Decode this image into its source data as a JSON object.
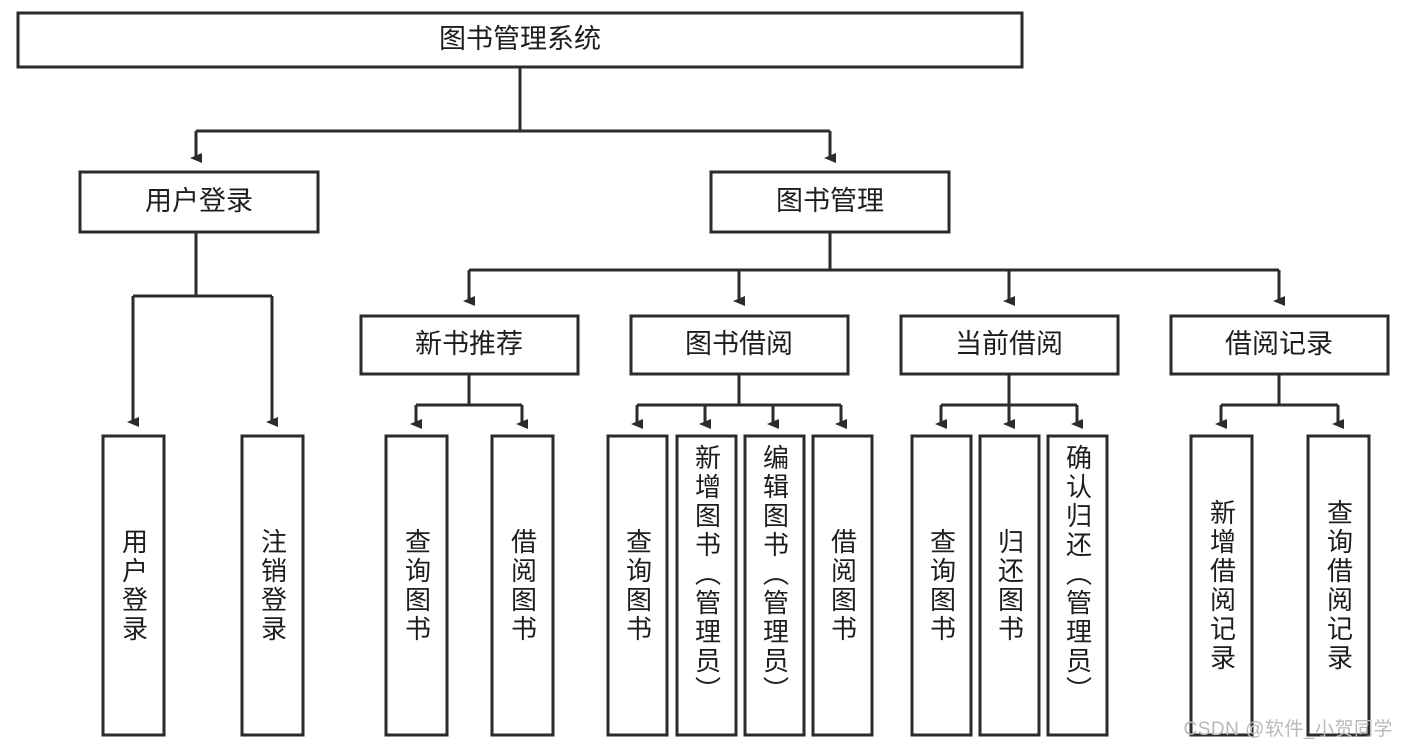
{
  "diagram": {
    "title": "图书管理系统",
    "type": "tree",
    "root": {
      "id": "root",
      "label": "图书管理系统",
      "orientation": "horizontal"
    },
    "level2": [
      {
        "id": "user-login",
        "label": "用户登录",
        "orientation": "horizontal"
      },
      {
        "id": "book-manage",
        "label": "图书管理",
        "orientation": "horizontal"
      }
    ],
    "level3": [
      {
        "id": "new-book-recommend",
        "label": "新书推荐",
        "parent": "book-manage",
        "orientation": "horizontal"
      },
      {
        "id": "book-borrow",
        "label": "图书借阅",
        "parent": "book-manage",
        "orientation": "horizontal"
      },
      {
        "id": "current-borrow",
        "label": "当前借阅",
        "parent": "book-manage",
        "orientation": "horizontal"
      },
      {
        "id": "borrow-record",
        "label": "借阅记录",
        "parent": "book-manage",
        "orientation": "horizontal"
      }
    ],
    "leaves": [
      {
        "id": "leaf-user-login",
        "label": "用户登录",
        "parent": "user-login",
        "orientation": "vertical"
      },
      {
        "id": "leaf-logout-login",
        "label": "注销登录",
        "parent": "user-login",
        "orientation": "vertical"
      },
      {
        "id": "leaf-query-book-1",
        "label": "查询图书",
        "parent": "new-book-recommend",
        "orientation": "vertical"
      },
      {
        "id": "leaf-borrow-book-1",
        "label": "借阅图书",
        "parent": "new-book-recommend",
        "orientation": "vertical"
      },
      {
        "id": "leaf-query-book-2",
        "label": "查询图书",
        "parent": "book-borrow",
        "orientation": "vertical"
      },
      {
        "id": "leaf-add-book",
        "label": "新增图书（管理员）",
        "parent": "book-borrow",
        "orientation": "vertical"
      },
      {
        "id": "leaf-edit-book",
        "label": "编辑图书（管理员）",
        "parent": "book-borrow",
        "orientation": "vertical"
      },
      {
        "id": "leaf-borrow-book-2",
        "label": "借阅图书",
        "parent": "book-borrow",
        "orientation": "vertical"
      },
      {
        "id": "leaf-query-book-3",
        "label": "查询图书",
        "parent": "current-borrow",
        "orientation": "vertical"
      },
      {
        "id": "leaf-return-book",
        "label": "归还图书",
        "parent": "current-borrow",
        "orientation": "vertical"
      },
      {
        "id": "leaf-confirm-return",
        "label": "确认归还（管理员）",
        "parent": "current-borrow",
        "orientation": "vertical"
      },
      {
        "id": "leaf-add-record",
        "label": "新增借阅记录",
        "parent": "borrow-record",
        "orientation": "vertical"
      },
      {
        "id": "leaf-query-record",
        "label": "查询借阅记录",
        "parent": "borrow-record",
        "orientation": "vertical"
      }
    ],
    "colors": {
      "stroke": "#2b2b2b",
      "fill": "#ffffff",
      "text": "#1d1d1d",
      "watermark": "#b9b9b9"
    }
  },
  "watermark": {
    "text": "CSDN @软件_小贺同学"
  }
}
